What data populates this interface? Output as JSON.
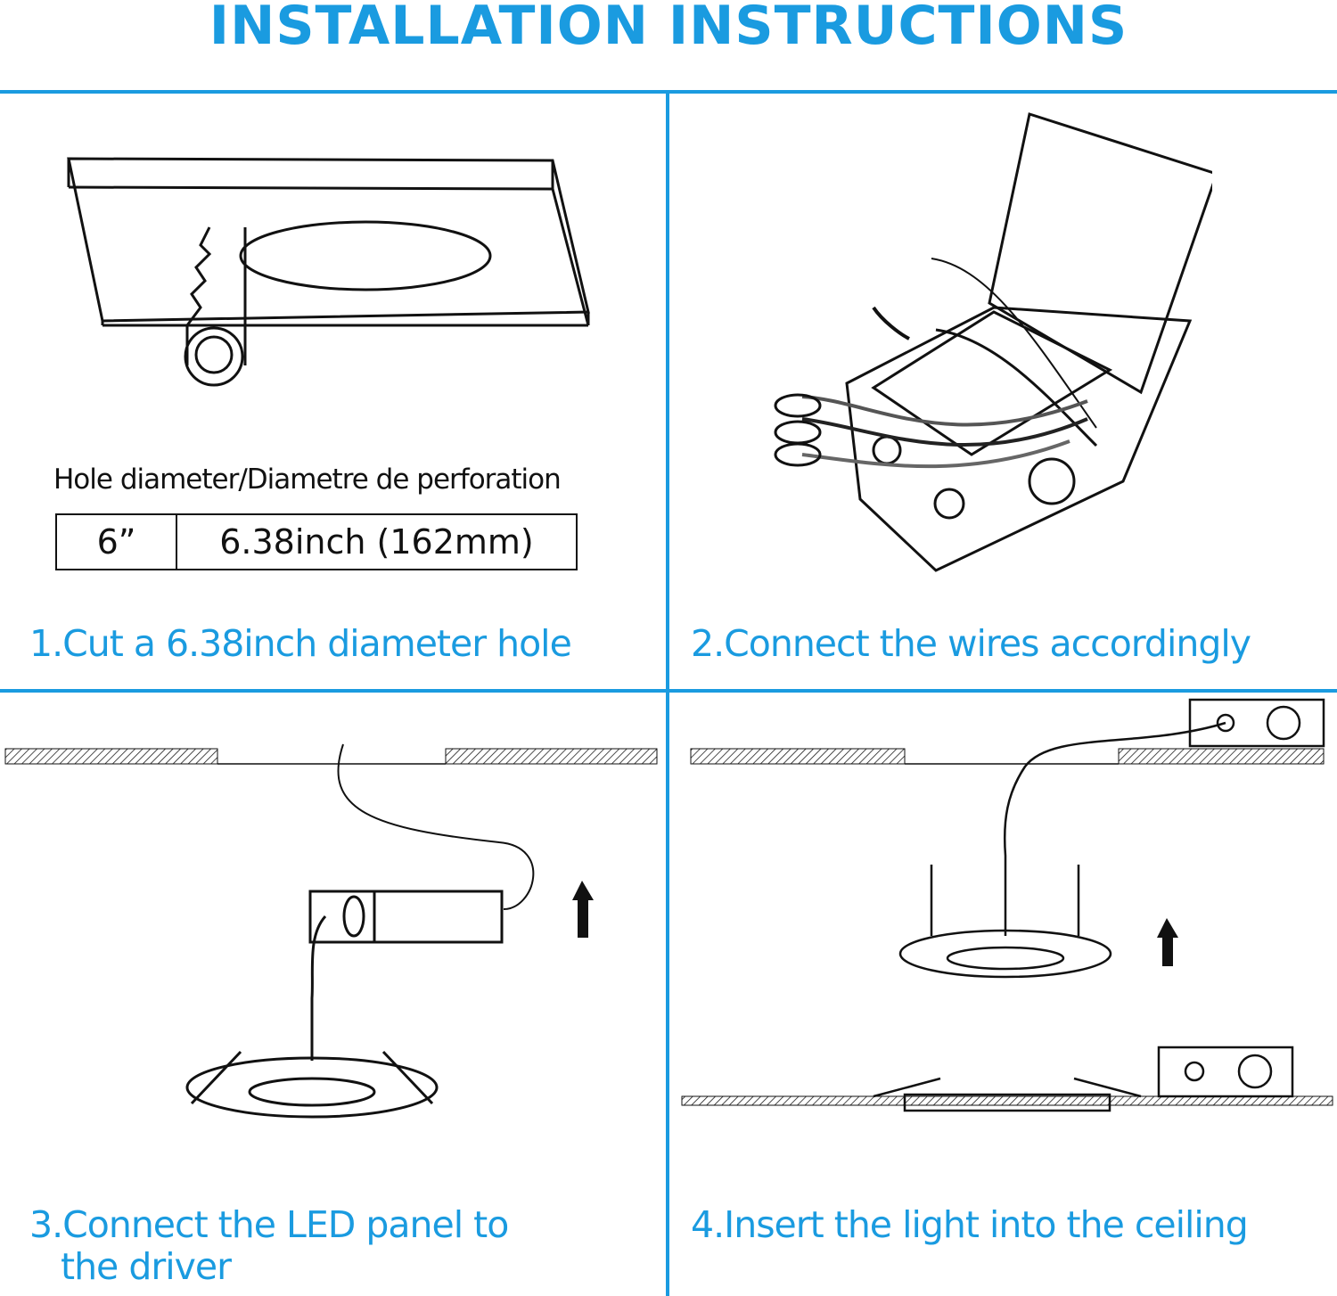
{
  "title": "INSTALLATION INSTRUCTIONS",
  "steps": [
    {
      "caption": "1.Cut a 6.38inch diameter hole"
    },
    {
      "caption": "2.Connect the wires accordingly"
    },
    {
      "caption_line1": "3.Connect the LED panel to",
      "caption_line2": "the driver"
    },
    {
      "caption": "4.Insert the light into the ceiling"
    }
  ],
  "hole": {
    "label": "Hole diameter/Diametre de perforation",
    "size": "6”",
    "diameter": "6.38inch (162mm)"
  },
  "colors": {
    "accent": "#1a9be0",
    "line": "#111111"
  }
}
